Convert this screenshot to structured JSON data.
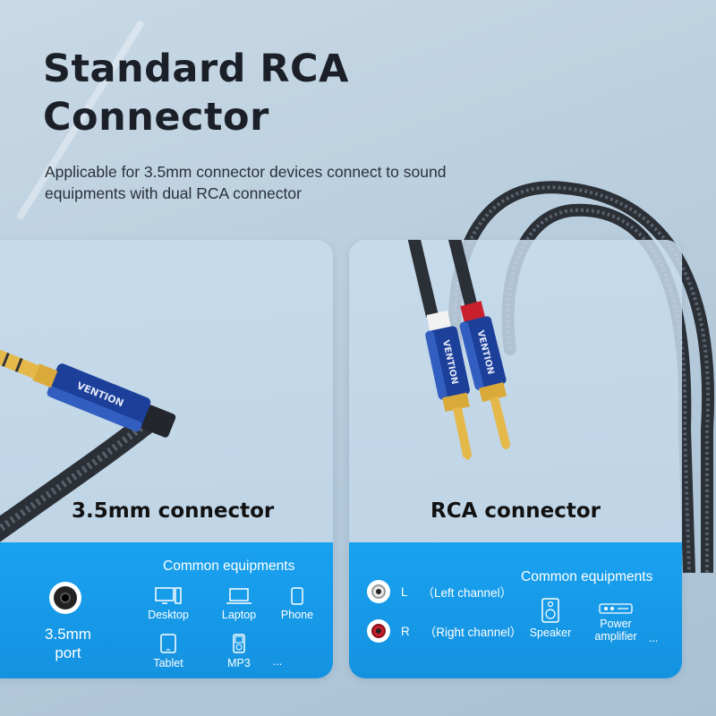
{
  "header": {
    "title": "Standard RCA Connector",
    "subtitle": "Applicable for 3.5mm connector devices connect to sound equipments with dual RCA connector"
  },
  "brand": {
    "name": "VENTION"
  },
  "left_card": {
    "label": "3.5mm connector",
    "panel_title": "Common equipments",
    "port_label": "3.5mm port",
    "equipments": [
      "Desktop",
      "Laptop",
      "Phone",
      "Tablet",
      "MP3",
      "..."
    ]
  },
  "right_card": {
    "label": "RCA connector",
    "panel_title": "Common equipments",
    "channels": [
      {
        "letter": "L",
        "text": "（Left channel）",
        "color": "#e8e8e8"
      },
      {
        "letter": "R",
        "text": "（Right channel）",
        "color": "#c8202c"
      }
    ],
    "equipments": [
      "Speaker",
      "Power amplifier",
      "..."
    ]
  },
  "colors": {
    "panel_blue": "#1a9eee",
    "connector_blue": "#1c3f9a",
    "gold": "#d9a93a",
    "red": "#c8202c"
  }
}
